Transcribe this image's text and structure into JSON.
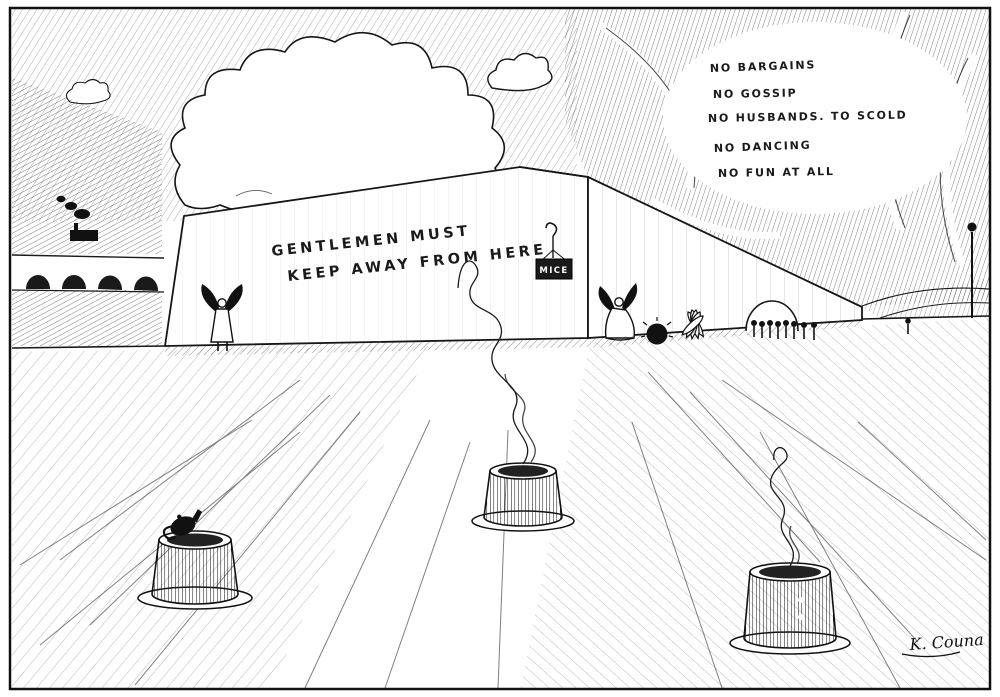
{
  "artwork": {
    "wall_text": {
      "line1": "GENTLEMEN MUST",
      "line2": "KEEP AWAY FROM HERE"
    },
    "sign": {
      "label": "MICE"
    },
    "rules": {
      "lines": [
        "NO BARGAINS",
        "NO GOSSIP",
        "NO HUSBANDS. TO SCOLD",
        "NO DANCING",
        "NO FUN AT ALL"
      ]
    },
    "signature": "K. Couna",
    "colors": {
      "ink": "#1a1a1a",
      "paper": "#ffffff"
    }
  }
}
